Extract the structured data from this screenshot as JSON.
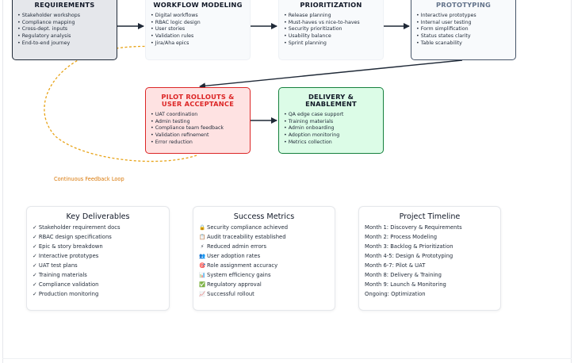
{
  "colors": {
    "accent_orange": "#e8a317",
    "pilot_red": "#dc2626",
    "delivery_green": "#15803d",
    "design_slate": "#475569"
  },
  "stages": [
    {
      "title": "DISCOVERY &\nREQUIREMENTS",
      "items": [
        "Stakeholder workshops",
        "Compliance mapping",
        "Cross-dept. inputs",
        "Regulatory analysis",
        "End-to-end journey"
      ]
    },
    {
      "title": "PROCESS &\nWORKFLOW MODELING",
      "items": [
        "Digital workflows",
        "RBAC logic design",
        "User stories",
        "Validation rules",
        "Jira/Aha epics"
      ]
    },
    {
      "title": "BACKLOG MGMT &\nPRIORITIZATION",
      "items": [
        "Release planning",
        "Must-haves vs nice-to-haves",
        "Security prioritization",
        "Usability balance",
        "Sprint planning"
      ]
    },
    {
      "title": "DESIGN &\nPROTOTYPING",
      "items": [
        "Interactive prototypes",
        "Internal user testing",
        "Form simplification",
        "Status states clarity",
        "Table scanability"
      ]
    },
    {
      "title": "PILOT ROLLOUTS &\nUSER ACCEPTANCE",
      "items": [
        "UAT coordination",
        "Admin testing",
        "Compliance team feedback",
        "Validation refinement",
        "Error reduction"
      ]
    },
    {
      "title": "DELIVERY &\nENABLEMENT",
      "items": [
        "QA edge case support",
        "Training materials",
        "Admin onboarding",
        "Adoption monitoring",
        "Metrics collection"
      ]
    }
  ],
  "loop_label": "Continuous Feedback Loop",
  "deliverables": {
    "title": "Key Deliverables",
    "items": [
      "Stakeholder requirement docs",
      "RBAC design specifications",
      "Epic & story breakdown",
      "Interactive prototypes",
      "UAT test plans",
      "Training materials",
      "Compliance validation",
      "Production monitoring"
    ]
  },
  "metrics": {
    "title": "Success Metrics",
    "items": [
      {
        "icon": "lock",
        "glyph": "🔒",
        "text": "Security compliance achieved"
      },
      {
        "icon": "clipboard",
        "glyph": "📋",
        "text": "Audit traceability established"
      },
      {
        "icon": "lightning",
        "glyph": "⚡",
        "text": "Reduced admin errors"
      },
      {
        "icon": "people",
        "glyph": "👥",
        "text": "User adoption rates"
      },
      {
        "icon": "target",
        "glyph": "🎯",
        "text": "Role assignment accuracy"
      },
      {
        "icon": "chart",
        "glyph": "📊",
        "text": "System efficiency gains"
      },
      {
        "icon": "check",
        "glyph": "✅",
        "text": "Regulatory approval"
      },
      {
        "icon": "trend",
        "glyph": "📈",
        "text": "Successful rollout"
      }
    ]
  },
  "timeline": {
    "title": "Project Timeline",
    "items": [
      "Month 1: Discovery & Requirements",
      "Month 2: Process Modeling",
      "Month 3: Backlog & Prioritization",
      "Month 4-5: Design & Prototyping",
      "Month 6-7: Pilot & UAT",
      "Month 8: Delivery & Training",
      "Month 9: Launch & Monitoring",
      "Ongoing: Optimization"
    ]
  }
}
